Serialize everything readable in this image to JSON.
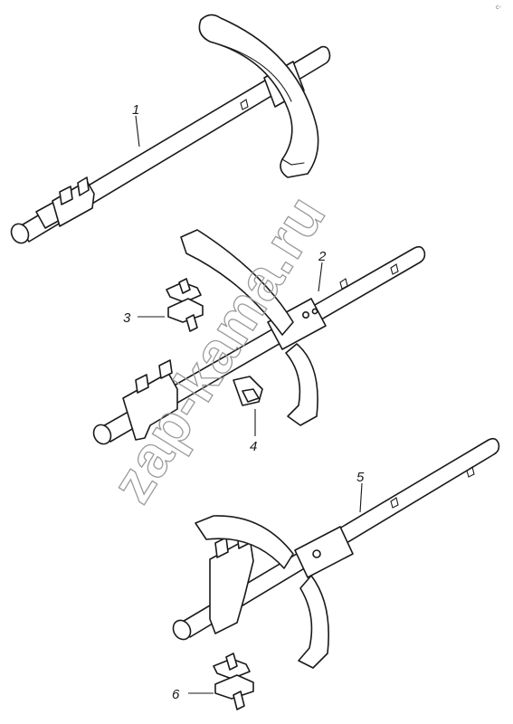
{
  "callouts": [
    {
      "id": "1",
      "label": "1"
    },
    {
      "id": "2",
      "label": "2"
    },
    {
      "id": "3",
      "label": "3"
    },
    {
      "id": "4",
      "label": "4"
    },
    {
      "id": "5",
      "label": "5"
    },
    {
      "id": "6",
      "label": "6"
    }
  ],
  "watermark": {
    "text": "zap-kama.ru"
  },
  "corner_mark": {
    "text": "c-"
  },
  "colors": {
    "line": "#1a1a1a",
    "watermark": "#9a9a9a",
    "background": "#ffffff"
  }
}
